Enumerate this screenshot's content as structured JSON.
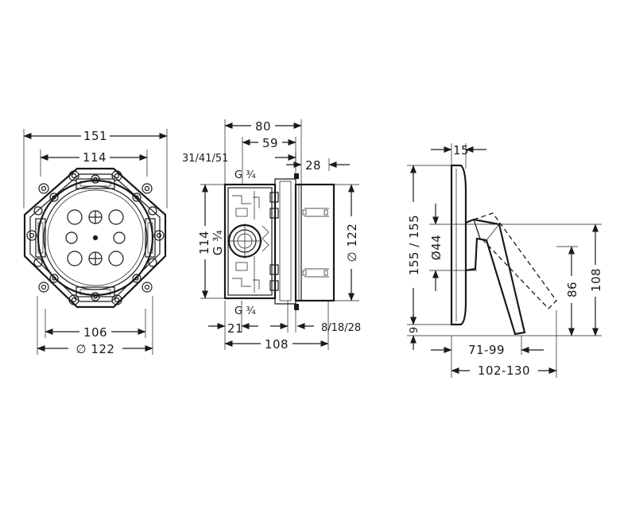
{
  "front_view": {
    "dims": {
      "overall_width": "151",
      "inner_width": "114",
      "bottom_width": "106",
      "diameter": "∅ 122"
    }
  },
  "side_view": {
    "dims": {
      "depth_total": "80",
      "depth_body": "59",
      "extension_options": "31/41/51",
      "cover_offset": "28",
      "height": "114",
      "cover_diameter": "∅ 122",
      "front_offset": "21",
      "cover_thickness": "8/18/28",
      "length": "108"
    },
    "labels": {
      "top_connection": "G ¾",
      "side_connection": "G ¾",
      "bottom_connection": "G ¾"
    }
  },
  "mixer_view": {
    "dims": {
      "plate_thickness": "15",
      "plate_size": "155 / 155",
      "hub_diameter": "Ø44",
      "lever_height": "86",
      "total_height": "108",
      "base_offset": "9",
      "lever_reach": "71-99",
      "total_reach": "102-130"
    }
  }
}
